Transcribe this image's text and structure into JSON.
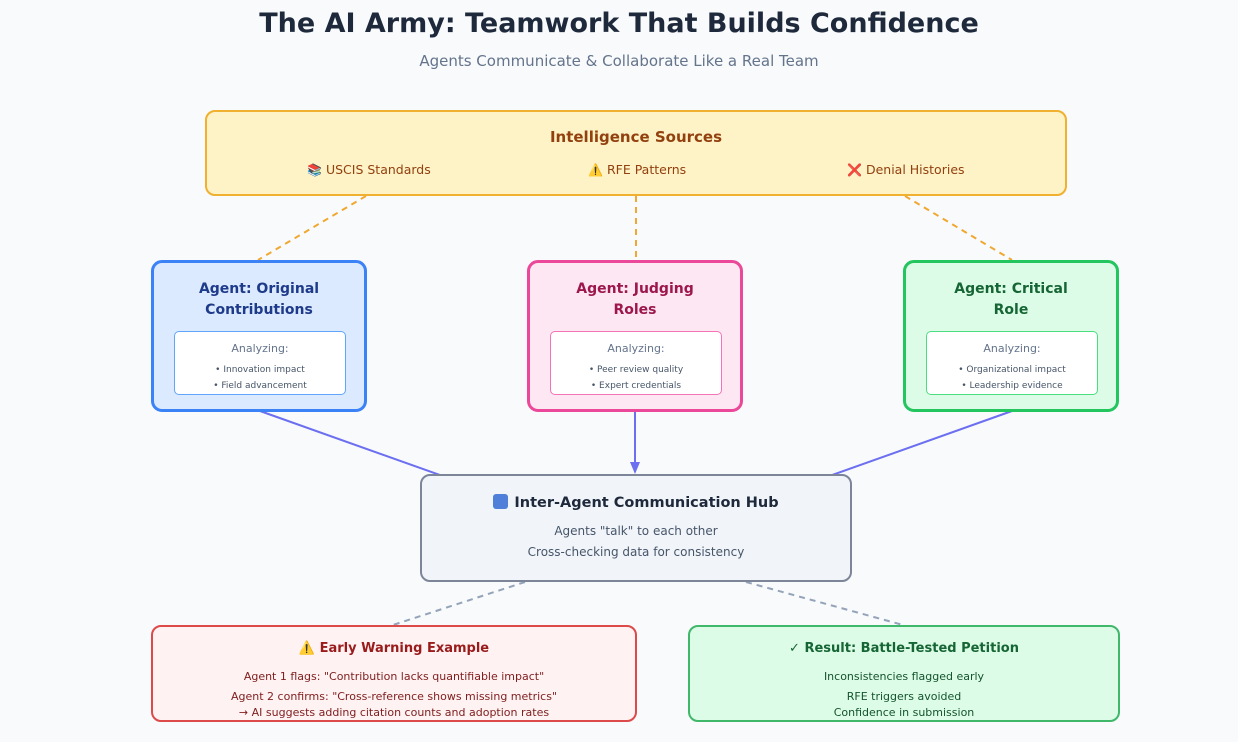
{
  "header": {
    "title": "The AI Army: Teamwork That Builds Confidence",
    "subtitle": "Agents Communicate & Collaborate Like a Real Team"
  },
  "sources": {
    "title": "Intelligence Sources",
    "items": [
      {
        "icon": "books-icon",
        "glyph": "📚",
        "label": "USCIS Standards"
      },
      {
        "icon": "warning-icon",
        "glyph": "⚠️",
        "label": "RFE Patterns"
      },
      {
        "icon": "cross-icon",
        "glyph": "❌",
        "label": "Denial Histories"
      }
    ]
  },
  "agents": [
    {
      "title_line1": "Agent: Original",
      "title_line2": "Contributions",
      "analyzing_label": "Analyzing:",
      "items": [
        "• Innovation impact",
        "• Field advancement"
      ],
      "color": "#3b82f6"
    },
    {
      "title_line1": "Agent: Judging",
      "title_line2": "Roles",
      "analyzing_label": "Analyzing:",
      "items": [
        "• Peer review quality",
        "• Expert credentials"
      ],
      "color": "#ec4899"
    },
    {
      "title_line1": "Agent: Critical",
      "title_line2": "Role",
      "analyzing_label": "Analyzing:",
      "items": [
        "• Organizational impact",
        "• Leadership evidence"
      ],
      "color": "#22c55e"
    }
  ],
  "hub": {
    "icon": "hub-icon",
    "title": "Inter-Agent Communication Hub",
    "lines": [
      "Agents \"talk\" to each other",
      "Cross-checking data for consistency"
    ]
  },
  "warning": {
    "icon": "warning-icon",
    "title": "⚠️ Early Warning Example",
    "lines": [
      "Agent 1 flags: \"Contribution lacks quantifiable impact\"",
      "Agent 2 confirms: \"Cross-reference shows missing metrics\"",
      "→ AI suggests adding citation counts and adoption rates"
    ]
  },
  "result": {
    "icon": "checkmark-icon",
    "title": "✓ Result: Battle-Tested Petition",
    "lines": [
      "Inconsistencies flagged early",
      "RFE triggers avoided",
      "Confidence in submission"
    ]
  },
  "colors": {
    "source_connector": "#f0a830",
    "agent_arrow": "#6b6ff0",
    "outcome_connector": "#94a3b8"
  }
}
